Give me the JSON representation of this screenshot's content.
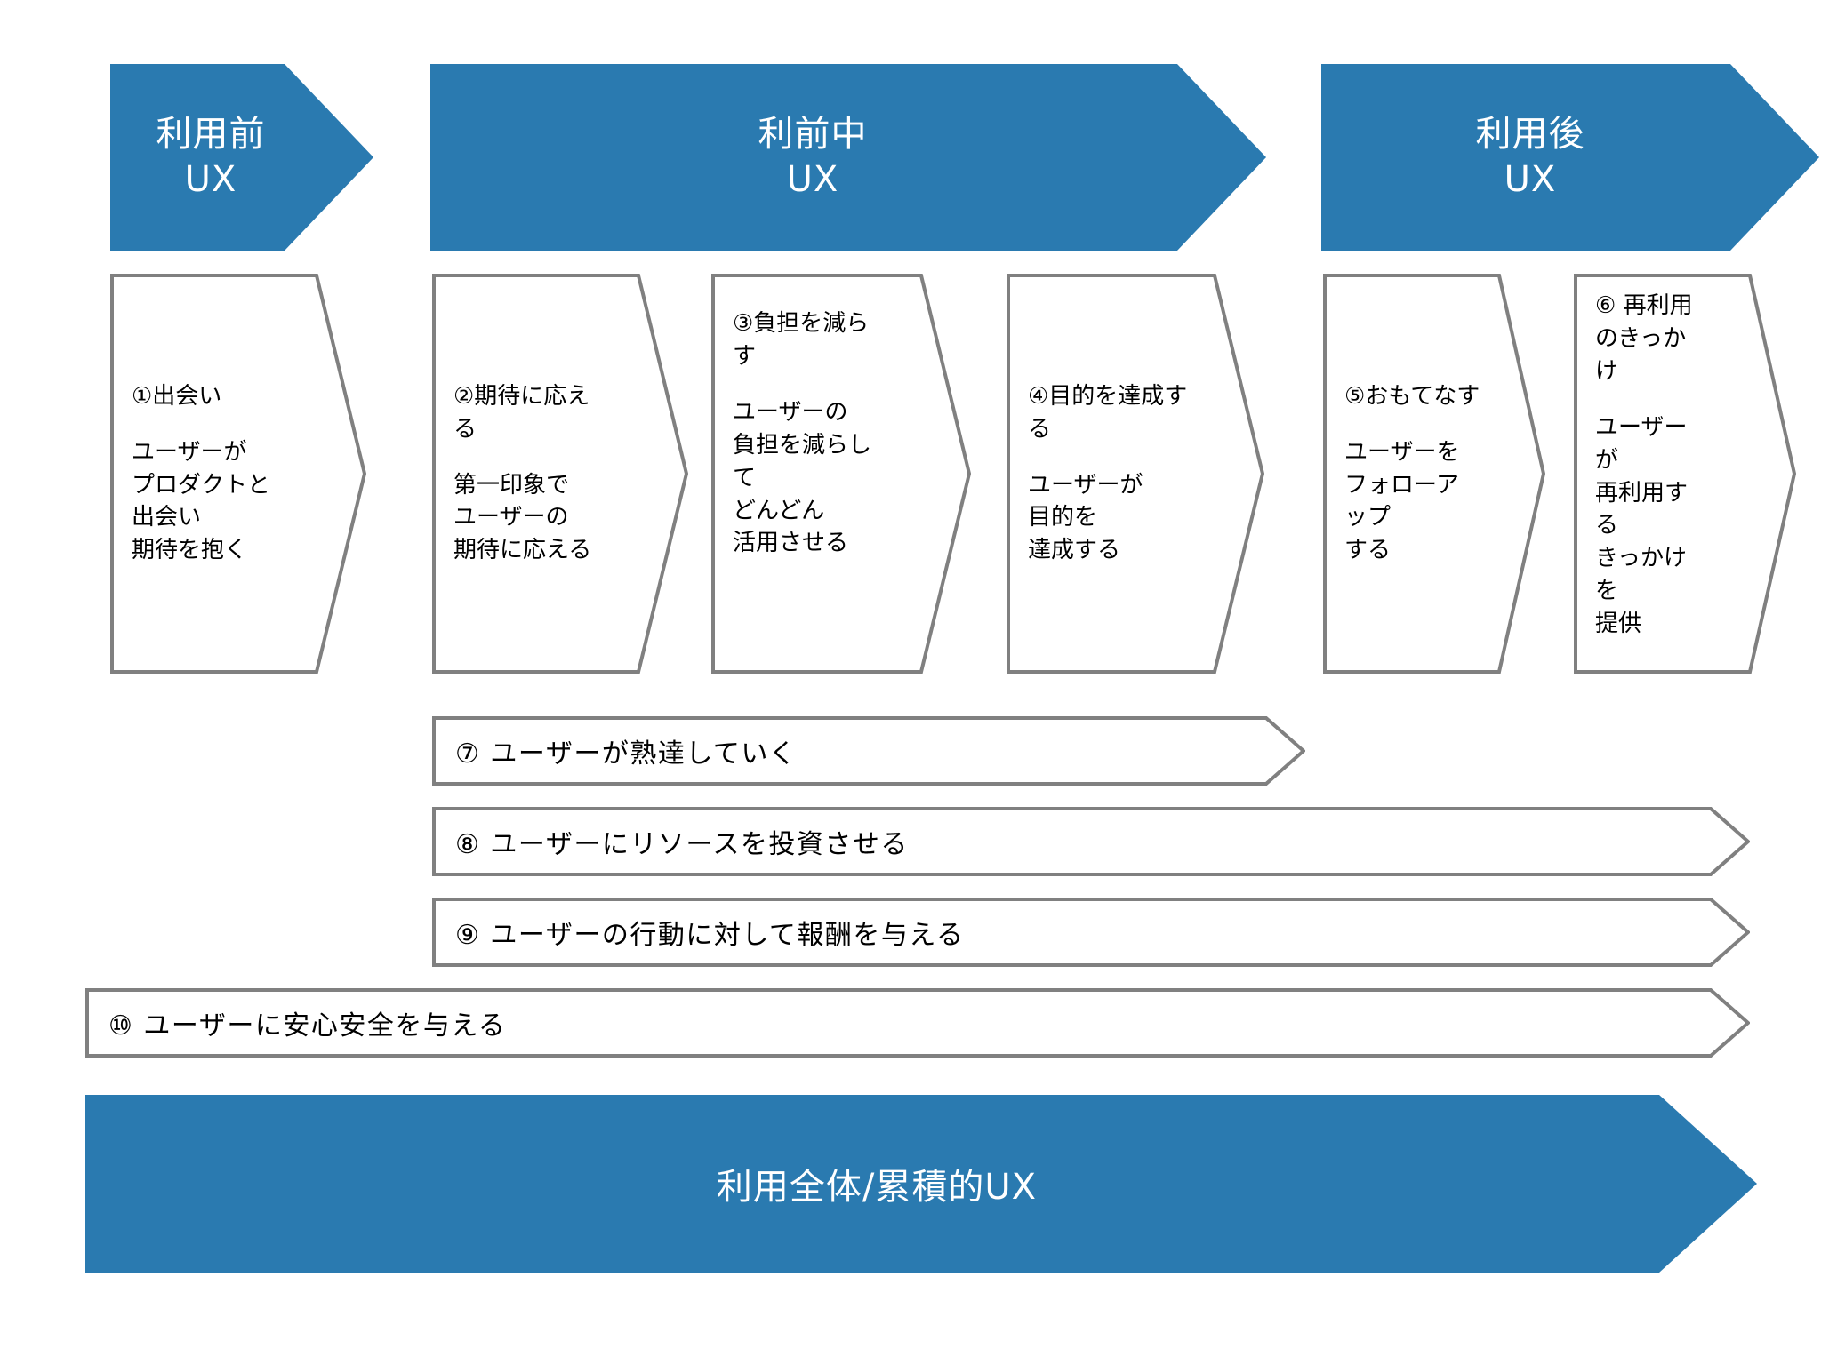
{
  "colors": {
    "banner_blue": "#2a7ab0",
    "banner_text": "#ffffff",
    "card_border": "#808080",
    "card_text": "#000000",
    "background": "#ffffff"
  },
  "phases": [
    {
      "label": "利用前\nUX"
    },
    {
      "label": "利前中\nUX"
    },
    {
      "label": "利用後\nUX"
    }
  ],
  "stages": [
    {
      "title": "①出会い",
      "desc": "ユーザーが\nプロダクトと\n出会い\n期待を抱く"
    },
    {
      "title": "②期待に応え\nる",
      "desc": "第一印象で\nユーザーの\n期待に応える"
    },
    {
      "title": "③負担を減ら\nす",
      "desc": "ユーザーの\n負担を減らし\nて\nどんどん\n活用させる"
    },
    {
      "title": "④目的を達成す\nる",
      "desc": "ユーザーが\n目的を\n達成する"
    },
    {
      "title": "⑤おもてなす",
      "desc": "ユーザーを\nフォローア\nップ\nする"
    },
    {
      "title": "⑥ 再利用\nのきっか\nけ",
      "desc": "ユーザー\nが\n再利用す\nる\nきっかけ\nを\n提供"
    }
  ],
  "long_arrows": [
    {
      "label": "⑦ ユーザーが熟達していく"
    },
    {
      "label": "⑧ ユーザーにリソースを投資させる"
    },
    {
      "label": "⑨ ユーザーの行動に対して報酬を与える"
    },
    {
      "label": "⑩ ユーザーに安心安全を与える"
    }
  ],
  "bottom_banner": {
    "label": "利用全体/累積的UX"
  }
}
